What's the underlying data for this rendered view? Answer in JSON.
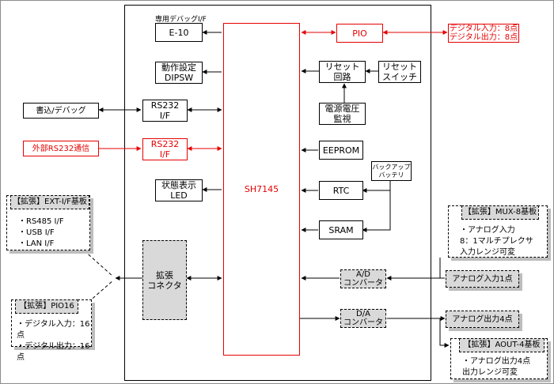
{
  "board": {
    "mcu": "SH7145",
    "debug_if_label": "専用デバッグI/F",
    "e10": "E-10",
    "dipsw": [
      "動作設定",
      "DIPSW"
    ],
    "rs232_1": [
      "RS232",
      "I/F"
    ],
    "rs232_2": [
      "RS232",
      "I/F"
    ],
    "led": [
      "状態表示",
      "LED"
    ],
    "connector": [
      "拡張",
      "コネクタ"
    ],
    "pio": "PIO",
    "reset_circuit": [
      "リセット",
      "回路"
    ],
    "reset_switch": [
      "リセット",
      "スイッチ"
    ],
    "voltage_monitor": [
      "電源電圧",
      "監視"
    ],
    "eeprom": "EEPROM",
    "backup_battery": [
      "バックアップ",
      "バッテリ"
    ],
    "rtc": "RTC",
    "sram": "SRAM",
    "adc": [
      "A/D",
      "コンバータ"
    ],
    "dac": [
      "D/A",
      "コンバータ"
    ]
  },
  "external": {
    "debugger": "書込/デバッグ",
    "ext_rs232": "外部RS232通信",
    "digital_io": [
      "デジタル入力：8点",
      "デジタル出力：8点"
    ],
    "analog_in": "アナログ入力1点",
    "analog_out": "アナログ出力4点"
  },
  "expansion": {
    "ext_if": {
      "title": "【拡張】EXT-I/F基板",
      "items": "・RS485 I/F\n・USB I/F\n・LAN I/F"
    },
    "pio16": {
      "title": "【拡張】PIO16",
      "items": "・デジタル入力：16点\n・デジタル出力：16点"
    },
    "mux8": {
      "title": "【拡張】MUX-8基板",
      "items": "・アナログ入力\n  8：1マルチプレクサ\n  入力レンジ可変"
    },
    "aout4": {
      "title": "【拡張】AOUT-4基板",
      "items": "・アナログ出力4点\n  出力レンジ可変"
    }
  },
  "colors": {
    "accent_red": "#e60000",
    "gray_fill": "#d9d9d9"
  }
}
